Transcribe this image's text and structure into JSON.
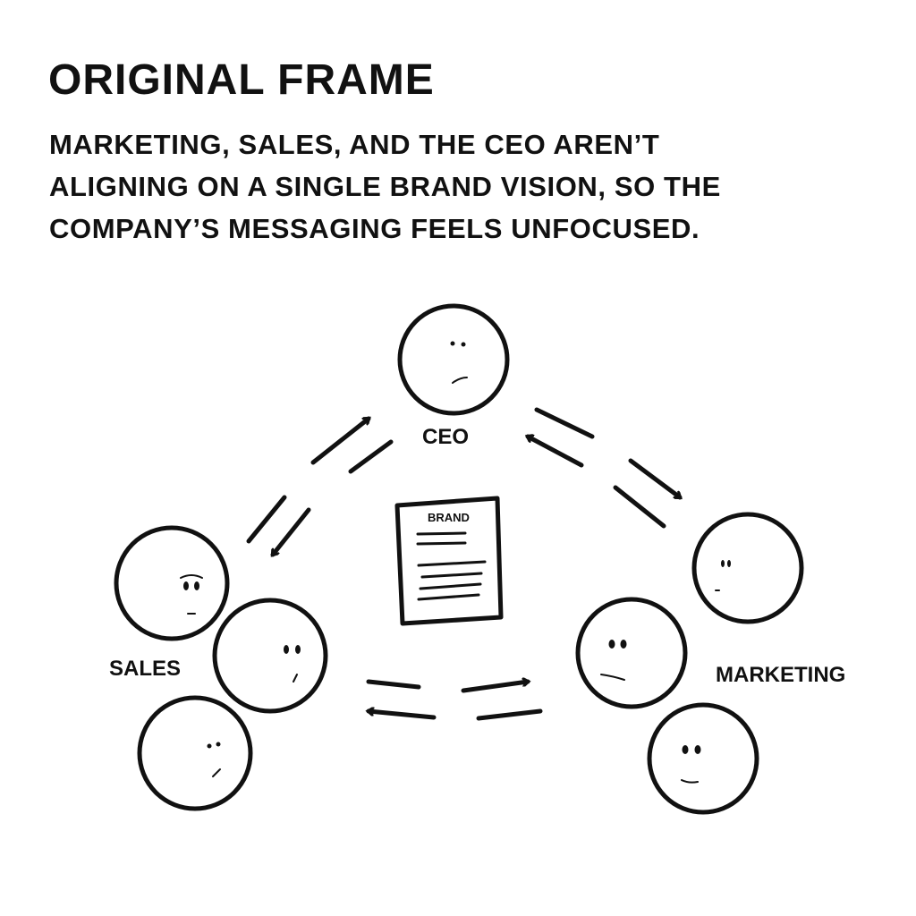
{
  "title": "ORIGINAL FRAME",
  "subtitle_lines": [
    "MARKETING, SALES, AND THE CEO AREN’T",
    "ALIGNING ON A SINGLE BRAND VISION, SO THE",
    "COMPANY’S MESSAGING FEELS UNFOCUSED."
  ],
  "labels": {
    "ceo": "CEO",
    "sales": "SALES",
    "marketing": "MARKETING",
    "brand_doc": "BRAND"
  }
}
